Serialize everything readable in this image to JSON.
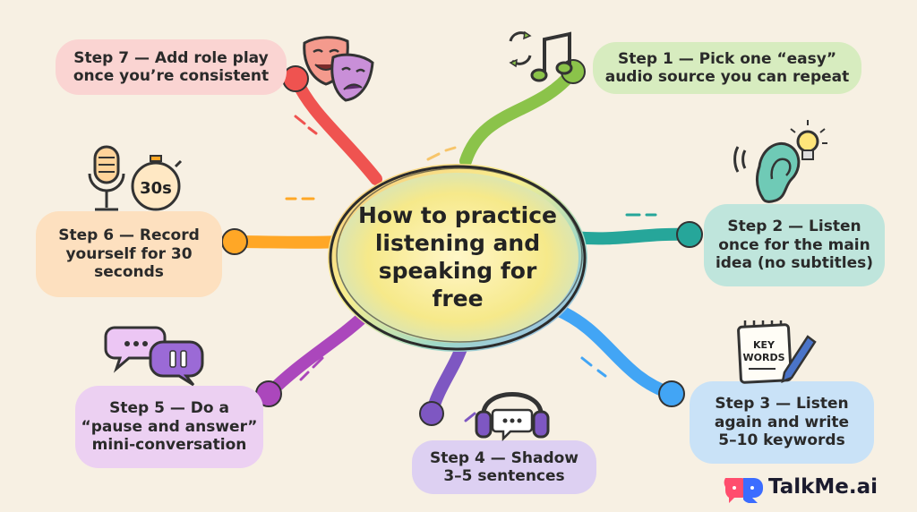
{
  "center": {
    "lines": [
      "How to practice",
      "listening and",
      "speaking for",
      "free"
    ]
  },
  "steps": [
    {
      "lines": [
        "Step 1 — Pick one “easy”",
        "audio source you can repeat"
      ],
      "color": "#8bc34a",
      "icon": "music-repeat-icon"
    },
    {
      "lines": [
        "Step 2 — Listen",
        "once for the main",
        "idea (no subtitles)"
      ],
      "color": "#26a69a",
      "icon": "ear-lightbulb-icon"
    },
    {
      "lines": [
        "Step 3 — Listen",
        "again and write",
        "5–10 keywords"
      ],
      "color": "#42a5f5",
      "icon": "keywords-notepad-icon"
    },
    {
      "lines": [
        "Step 4 — Shadow",
        "3–5 sentences"
      ],
      "color": "#7e57c2",
      "icon": "headphones-chat-icon"
    },
    {
      "lines": [
        "Step 5 — Do a",
        "“pause and answer”",
        "mini-conversation"
      ],
      "color": "#ab47bc",
      "icon": "chat-pause-icon"
    },
    {
      "lines": [
        "Step 6 — Record",
        "yourself for 30",
        "seconds"
      ],
      "color": "#ffa726",
      "icon": "microphone-timer-icon"
    },
    {
      "lines": [
        "Step 7 — Add role play",
        "once you’re consistent"
      ],
      "color": "#ef5350",
      "icon": "theater-masks-icon"
    }
  ],
  "icons": {
    "timer_text": "30s",
    "keywords_text": [
      "KEY",
      "WORDS"
    ]
  },
  "brand": {
    "name": "TalkMe.ai",
    "colors": {
      "left": "#ff4d6d",
      "right": "#3b6cff"
    }
  }
}
